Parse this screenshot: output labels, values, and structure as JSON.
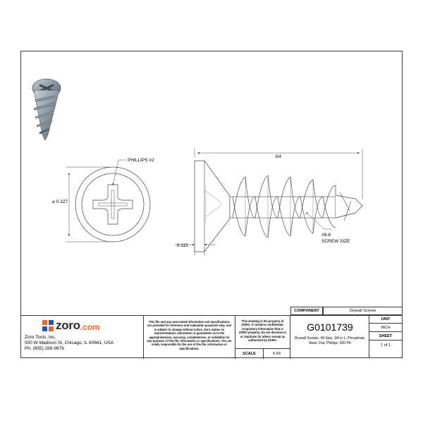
{
  "drawing": {
    "labels": {
      "phillips": "PHILLIPS #2",
      "diameter": "⌀ 0.327",
      "length": "3/4",
      "head_height": "0.115",
      "screw_size_line1": "#8-8",
      "screw_size_line2": "SCREW SIZE"
    }
  },
  "title_block": {
    "brand_name": "zoro",
    "brand_suffix": ".com",
    "company_name": "Zoro Tools, Inc.",
    "address": "500 W Madison St, Chicago, IL 60661, USA",
    "phone": "Ph: (855) 289-9676",
    "disclaimer": "This file and any associated information and specifications are provided for reference and evaluation purposes only, and is subject to change without notice. Zoro makes no representations, warranties or guarantees as to the appropriateness, accuracy, completeness, or suitability for any purpose, of the file, information or specifications. You are solely responsible for the use of the file, information or specifications.",
    "property_notice": "This drawing is the property of ZORO. It contains confidential, proprietary information that is ZORO property. Do not disclose to or duplicate for others except as authorized by ZORO.",
    "component_label": "COMPONENT",
    "component_value": "Drywall Screws",
    "part_number": "G0101739",
    "description": "Drywall Screws, #8 Size, 3/4 in L, Phosphate, Steel, Flat, Phillips, 500 PK",
    "unit_label": "UNIT",
    "unit_value": "INCH",
    "sheet_label": "SHEET",
    "sheet_value": "1 of 1",
    "scale_label": "SCALE",
    "scale_value": "5.43"
  },
  "colors": {
    "brand_orange": "#f26522",
    "brand_blue": "#1d5aa8",
    "brand_text": "#2b2b2b",
    "line": "#3a3a3a"
  }
}
